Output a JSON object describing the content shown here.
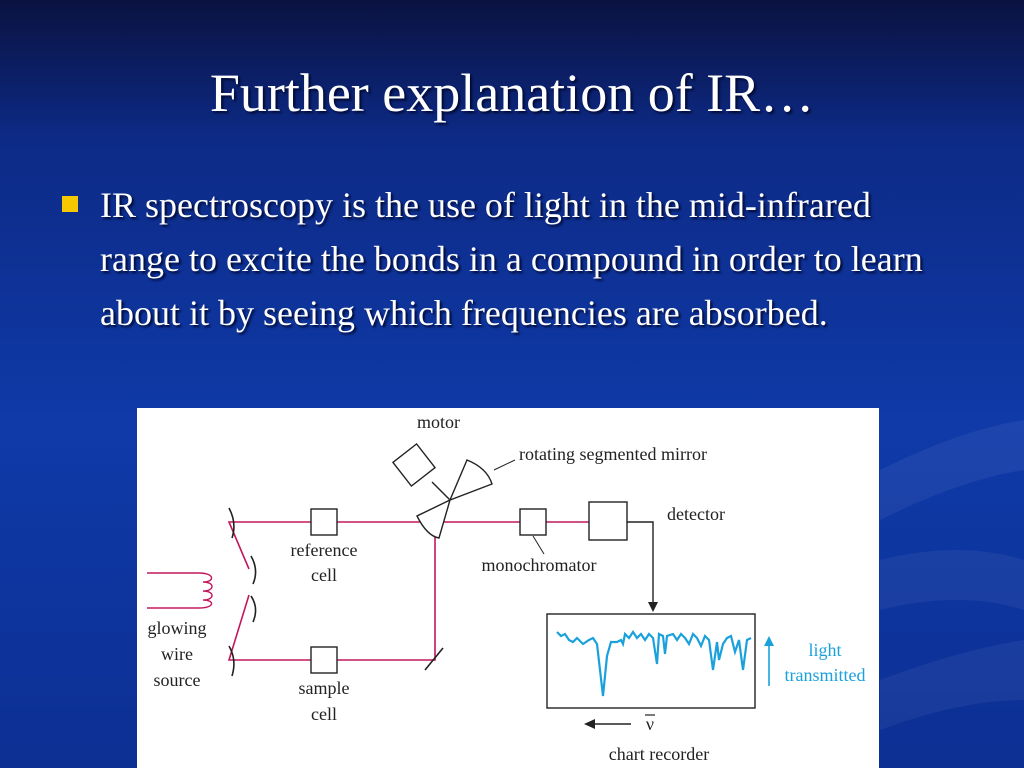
{
  "slide": {
    "title": "Further explanation of IR…",
    "bullet": "IR spectroscopy is the use of light in the mid-infrared range to excite the bonds in a compound in order to learn about it by seeing which frequencies are absorbed."
  },
  "diagram": {
    "labels": {
      "motor": "motor",
      "mirror": "rotating segmented mirror",
      "detector": "detector",
      "reference_1": "reference",
      "reference_2": "cell",
      "monochromator": "monochromator",
      "source_1": "glowing",
      "source_2": "wire",
      "source_3": "source",
      "sample_1": "sample",
      "sample_2": "cell",
      "light_1": "light",
      "light_2": "transmitted",
      "nu": "ν",
      "recorder": "chart recorder"
    },
    "colors": {
      "beam": "#c2185b",
      "trace": "#1aa1dc",
      "ink": "#222222",
      "bullet": "#f5c800"
    }
  }
}
